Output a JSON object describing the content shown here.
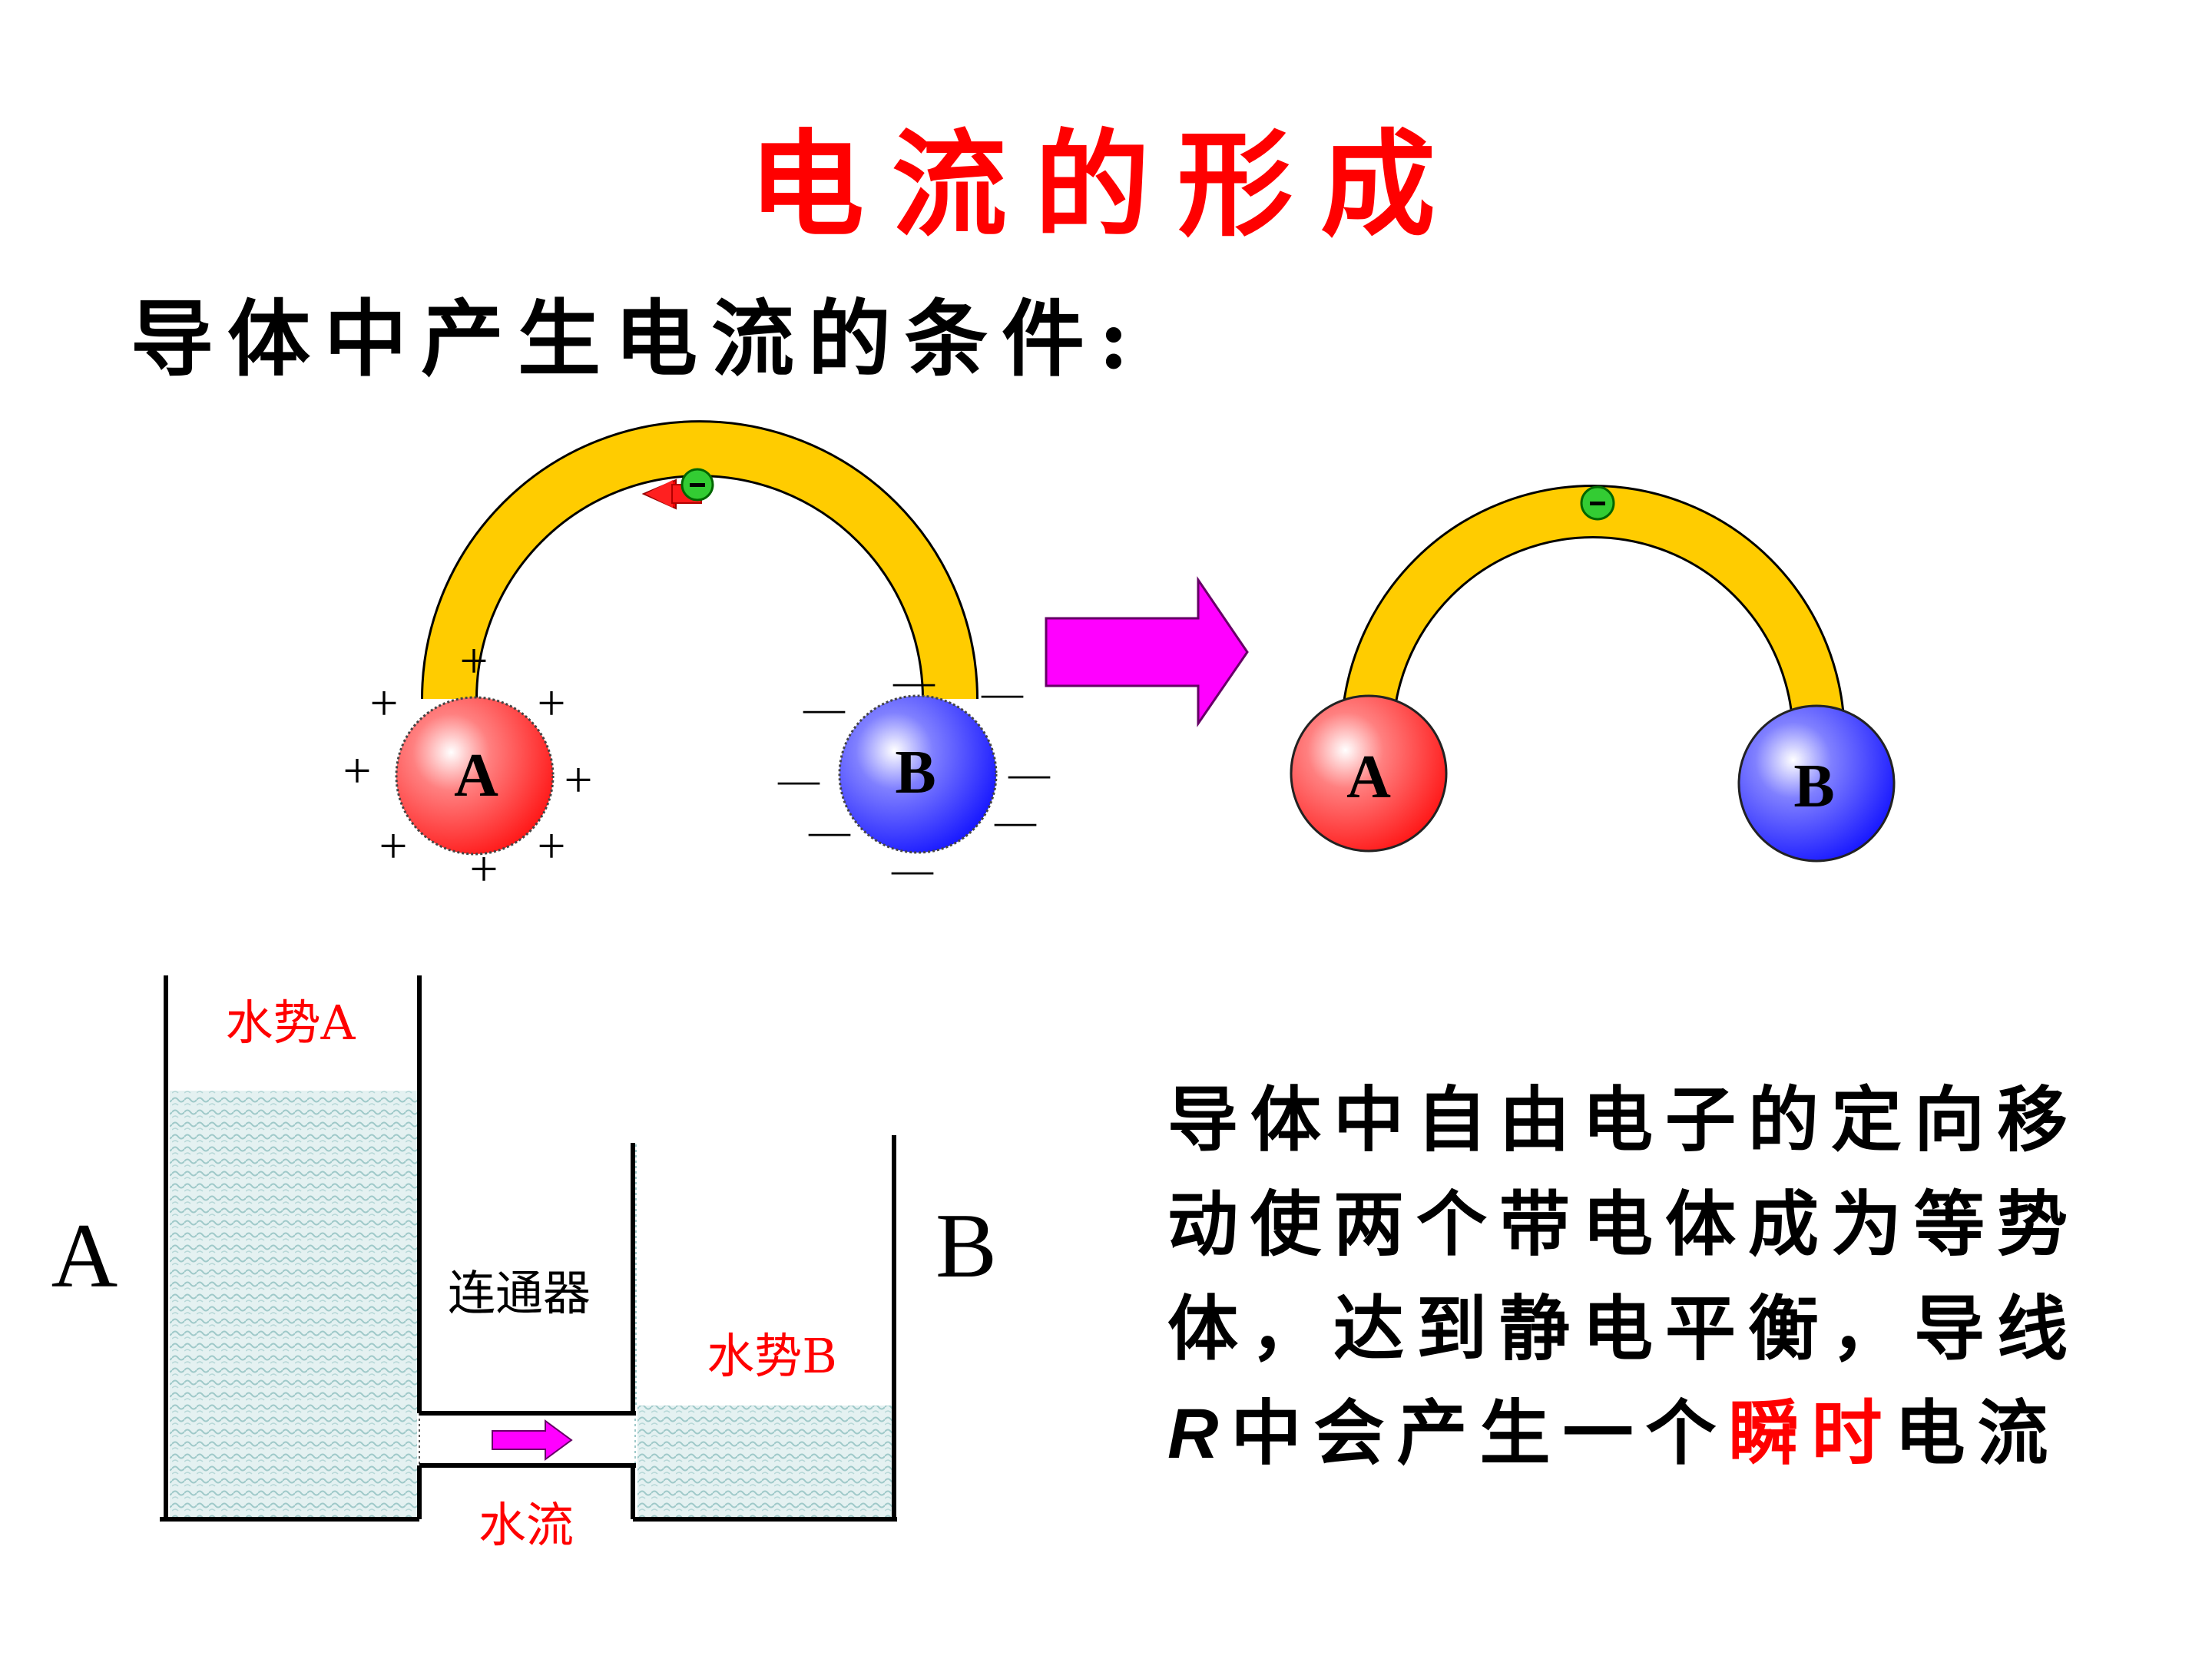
{
  "title": "电流的形成",
  "subtitle": "导体中产生电流的条件:",
  "electron_sign": "-",
  "left_diagram": {
    "sphere_a_label": "A",
    "sphere_b_label": "B",
    "plus_sign": "+",
    "minus_sign": "—"
  },
  "right_diagram": {
    "sphere_a_label": "A",
    "sphere_b_label": "B"
  },
  "water_diagram": {
    "label_a": "A",
    "label_b": "B",
    "water_level_a": "水势A",
    "water_level_b": "水势B",
    "connector": "连通器",
    "flow": "水流"
  },
  "description": {
    "line1": "导体中自由电子的定向移",
    "line2": "动使两个带电体成为等势",
    "line3": "体，达到静电平衡，导线",
    "line4_r": "R",
    "line4_a": "中会产生一个",
    "line4_highlight": "瞬时",
    "line4_b": "电流"
  },
  "colors": {
    "title": "#ff0000",
    "conductor": "#ffcc00",
    "sphere_a": "#ff3333",
    "sphere_b": "#3333ff",
    "arrow_big": "#ff00ff",
    "electron": "#33cc33",
    "water": "#cfe6e6",
    "label_red": "#ff0000"
  }
}
